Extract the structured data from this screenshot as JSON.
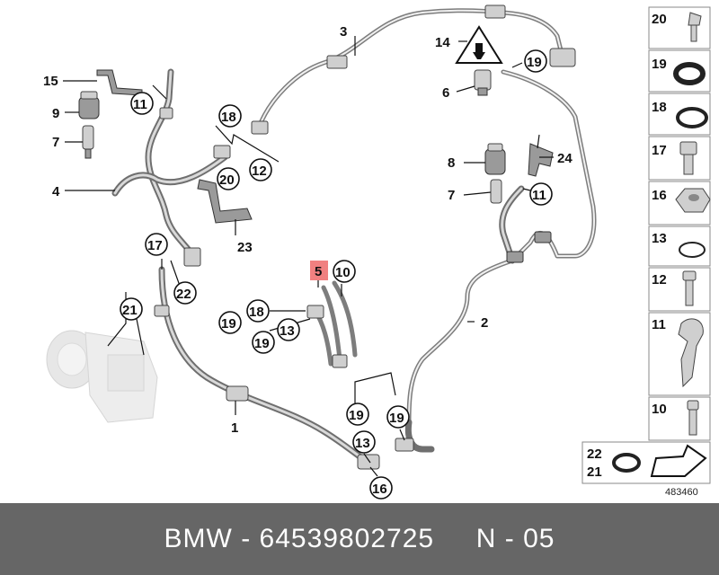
{
  "labels": {
    "l1": "1",
    "l2": "2",
    "l3": "3",
    "l4": "4",
    "l5": "5",
    "l6": "6",
    "l7a": "7",
    "l7b": "7",
    "l8": "8",
    "l9": "9",
    "l10": "10",
    "l11a": "11",
    "l11b": "11",
    "l12": "12",
    "l13a": "13",
    "l13b": "13",
    "l14": "14",
    "l15": "15",
    "l16": "16",
    "l17": "17",
    "l18a": "18",
    "l18b": "18",
    "l19a": "19",
    "l19b": "19",
    "l19c": "19",
    "l19d": "19",
    "l19e": "19",
    "l20": "20",
    "l21": "21",
    "l22": "22",
    "l23": "23",
    "l24": "24"
  },
  "sidebar": {
    "items": [
      "20",
      "19",
      "18",
      "17",
      "16",
      "13",
      "12",
      "11",
      "10"
    ],
    "bottom_left_top": "22",
    "bottom_left_bottom": "21"
  },
  "diagram_number": "483460",
  "footer": {
    "brand": "BMW",
    "separator1": " - ",
    "part_number": "64539802725",
    "gap": "     ",
    "position": "N - 05"
  },
  "highlight_color": "#f08080"
}
